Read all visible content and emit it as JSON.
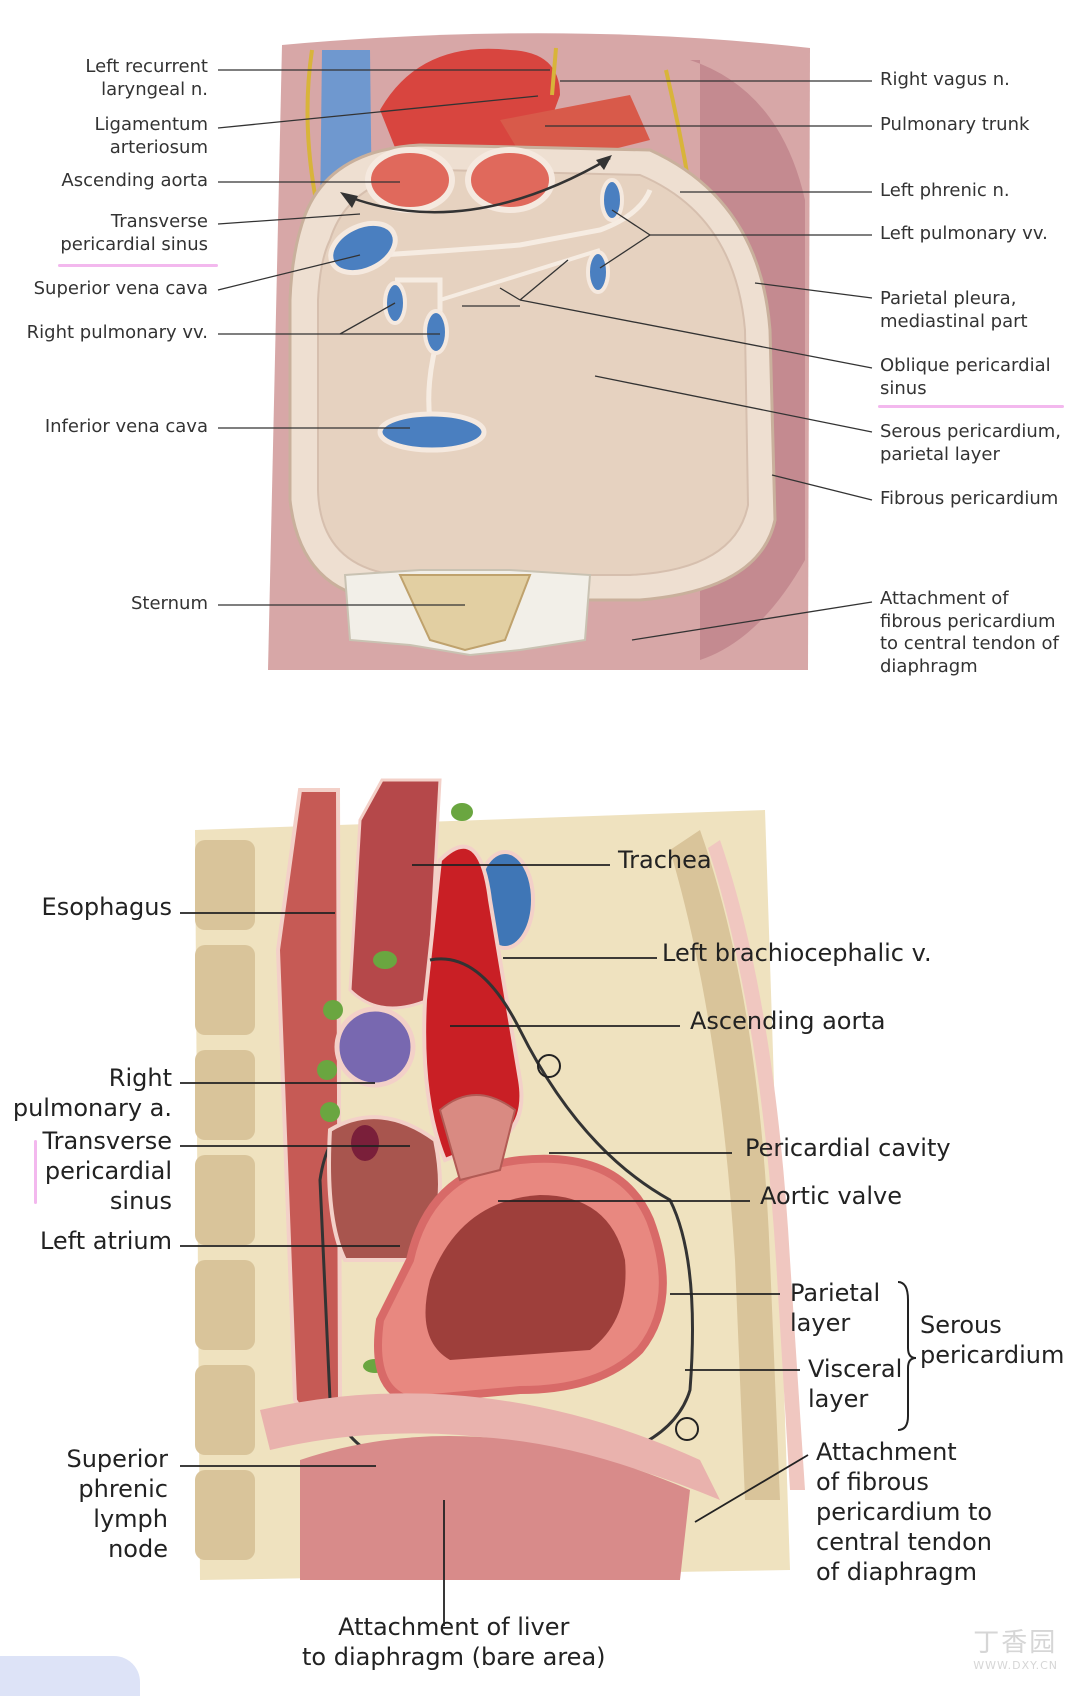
{
  "top_diagram": {
    "labels_left": {
      "left_recurrent_laryngeal": "Left recurrent\nlaryngeal n.",
      "ligamentum_arteriosum": "Ligamentum\narteriosum",
      "ascending_aorta": "Ascending aorta",
      "transverse_pericardial_sinus": "Transverse\npericardial sinus",
      "superior_vena_cava": "Superior vena cava",
      "right_pulmonary_vv": "Right pulmonary vv.",
      "inferior_vena_cava": "Inferior vena cava",
      "sternum": "Sternum"
    },
    "labels_right": {
      "right_vagus": "Right vagus n.",
      "pulmonary_trunk": "Pulmonary trunk",
      "left_phrenic": "Left phrenic n.",
      "left_pulmonary_vv": "Left pulmonary vv.",
      "parietal_pleura": "Parietal pleura,\nmediastinal part",
      "oblique_pericardial_sinus": "Oblique pericardial\nsinus",
      "serous_pericardium_parietal": "Serous pericardium,\nparietal layer",
      "fibrous_pericardium": "Fibrous pericardium",
      "attachment_fibrous": "Attachment of\nfibrous pericardium\nto central tendon of\ndiaphragm"
    }
  },
  "bottom_diagram": {
    "labels": {
      "trachea": "Trachea",
      "esophagus": "Esophagus",
      "left_brachiocephalic": "Left brachiocephalic v.",
      "ascending_aorta": "Ascending aorta",
      "right_pulmonary_a": "Right\npulmonary a.",
      "transverse_pericardial_sinus": "Transverse\npericardial\nsinus",
      "pericardial_cavity": "Pericardial cavity",
      "aortic_valve": "Aortic valve",
      "left_atrium": "Left atrium",
      "parietal_layer": "Parietal\nlayer",
      "visceral_layer": "Visceral\nlayer",
      "serous_pericardium": "Serous\npericardium",
      "superior_phrenic_lymph_node": "Superior\nphrenic\nlymph\nnode",
      "attachment_fibrous": "Attachment\nof fibrous\npericardium to\ncentral tendon\nof diaphragm",
      "attachment_liver": "Attachment of liver\nto diaphragm (bare area)"
    }
  },
  "watermark": {
    "brand": "丁香园",
    "url": "WWW.DXY.CN"
  },
  "colors": {
    "aorta_red": "#d8453f",
    "vein_blue": "#4a7fc0",
    "pericardium_beige": "#e9d6c5",
    "tissue_pink": "#c98c8f",
    "nerve_yellow": "#d8b43a",
    "lymph_green": "#6aa640",
    "pulmonary_purple": "#7868b0",
    "highlight_pink": "#f3b8ee"
  }
}
